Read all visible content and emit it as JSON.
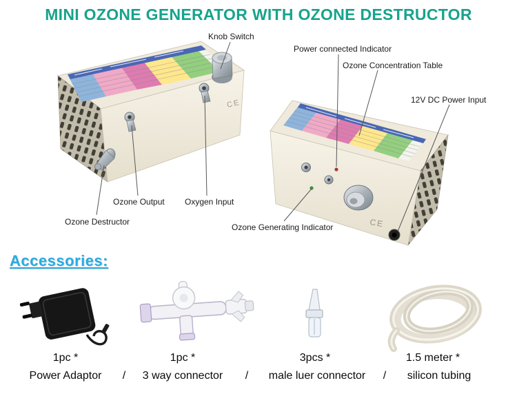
{
  "title": "MINI OZONE GENERATOR WITH OZONE DESTRUCTOR",
  "device": {
    "ce_mark": "CE"
  },
  "callouts": {
    "knob_switch": "Knob Switch",
    "power_connected_indicator": "Power connected Indicator",
    "ozone_concentration_table": "Ozone Concentration Table",
    "dc_power_input": "12V DC Power Input",
    "ozone_output": "Ozone Output",
    "oxygen_input": "Oxygen Input",
    "ozone_destructor": "Ozone Destructor",
    "ozone_generating_indicator": "Ozone Generating Indicator"
  },
  "accessories": {
    "heading": "Accessories:",
    "separator": "/",
    "items": [
      {
        "qty": "1pc *",
        "name": "Power Adaptor"
      },
      {
        "qty": "1pc *",
        "name": "3 way connector"
      },
      {
        "qty": "3pcs *",
        "name": "male luer connector"
      },
      {
        "qty": "1.5 meter *",
        "name": "silicon tubing"
      }
    ]
  },
  "colors": {
    "title": "#17a38c",
    "accessories_heading": "#29abe2",
    "table_bands": [
      "#8fb4dc",
      "#f0a9c6",
      "#de7bb0",
      "#ffe78c",
      "#93cf7f"
    ],
    "table_header": "#4a67b4",
    "device_body": "#f3efe3"
  }
}
